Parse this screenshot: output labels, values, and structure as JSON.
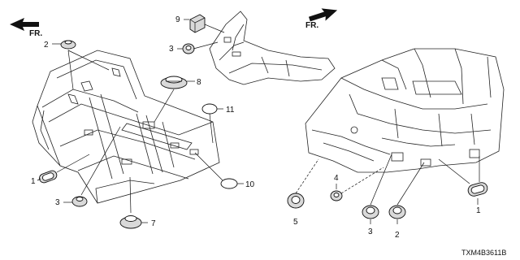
{
  "direction_labels": {
    "left": "FR.",
    "right": "FR."
  },
  "callouts": {
    "c1_left": "1",
    "c2_left": "2",
    "c3_left_top": "3",
    "c3_left_bottom": "3",
    "c7": "7",
    "c8": "8",
    "c9": "9",
    "c10": "10",
    "c11": "11",
    "c5": "5",
    "c4": "4",
    "c3_right": "3",
    "c2_right": "2",
    "c1_right": "1"
  },
  "diagram_code": "TXM4B3611B"
}
